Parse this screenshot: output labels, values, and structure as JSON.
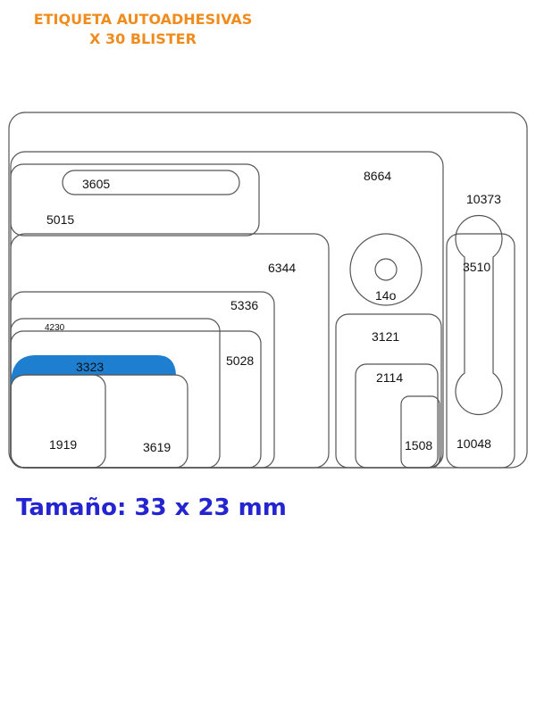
{
  "header": {
    "title_line1": "ETIQUETA AUTOADHESIVAS",
    "title_line2": "X 30 BLISTER"
  },
  "colors": {
    "title": "#f08c1e",
    "highlight": "#1e7fd0",
    "size_text": "#2424d0",
    "outline": "#555555"
  },
  "labels": {
    "l8664": "8664",
    "l10373": "10373",
    "l3605": "3605",
    "l5015": "5015",
    "l6344": "6344",
    "l14o": "14o",
    "l3510": "3510",
    "l5336": "5336",
    "l4230": "4230",
    "l3121": "3121",
    "l3323": "3323",
    "l5028": "5028",
    "l2114": "2114",
    "l1919": "1919",
    "l3619": "3619",
    "l1508": "1508",
    "l10048": "10048"
  },
  "size": {
    "text": "Tamaño: 33 x 23 mm"
  }
}
